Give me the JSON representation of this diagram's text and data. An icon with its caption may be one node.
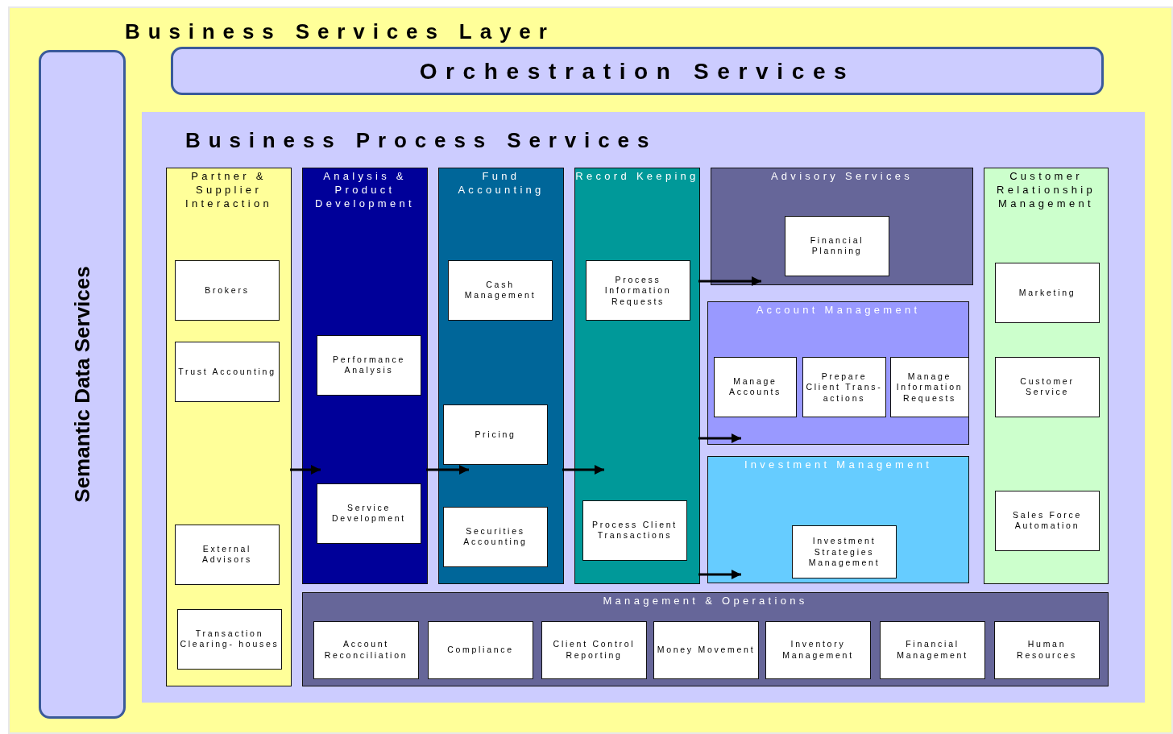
{
  "diagram": {
    "nodes": [
      {
        "text": [
          "Business Services Layer"
        ]
      },
      {
        "text": [
          "Semantic Data Services"
        ],
        "in": 0
      },
      {
        "text": [
          "Orchestration Services"
        ],
        "in": 0
      },
      {
        "text": [
          "Business Process Services"
        ],
        "in": 0
      },
      {
        "text": [
          "Partner & Supplier Interaction"
        ],
        "in": 3
      },
      {
        "text": [
          "Brokers"
        ],
        "in": 4
      },
      {
        "text": [
          "Trust Accounting"
        ],
        "in": 4
      },
      {
        "text": [
          "External Advisors"
        ],
        "in": 4
      },
      {
        "text": [
          "Transaction Clearing- houses"
        ],
        "in": 4
      },
      {
        "text": [
          "Analysis & Product Development"
        ],
        "in": 3
      },
      {
        "text": [
          "Performance Analysis"
        ],
        "in": 9
      },
      {
        "text": [
          "Service Development"
        ],
        "in": 9
      },
      {
        "text": [
          "Fund Accounting"
        ],
        "in": 3
      },
      {
        "text": [
          "Cash Management"
        ],
        "in": 12
      },
      {
        "text": [
          "Pricing"
        ],
        "in": 12
      },
      {
        "text": [
          "Securities Accounting"
        ],
        "in": 12
      },
      {
        "text": [
          "Record Keeping"
        ],
        "in": 3
      },
      {
        "text": [
          "Process Information Requests"
        ],
        "in": 16
      },
      {
        "text": [
          "Process Client Transactions"
        ],
        "in": 16
      },
      {
        "text": [
          "Advisory Services"
        ],
        "in": 3
      },
      {
        "text": [
          "Financial Planning"
        ],
        "in": 19
      },
      {
        "text": [
          "Account Management"
        ],
        "in": 3
      },
      {
        "text": [
          "Manage Accounts"
        ],
        "in": 21
      },
      {
        "text": [
          "Prepare Client Trans- actions"
        ],
        "in": 21
      },
      {
        "text": [
          "Manage Information Requests"
        ],
        "in": 21
      },
      {
        "text": [
          "Investment Management"
        ],
        "in": 3
      },
      {
        "text": [
          "Investment Strategies Management"
        ],
        "in": 25
      },
      {
        "text": [
          "Customer Relationship Management"
        ],
        "in": 3
      },
      {
        "text": [
          "Marketing"
        ],
        "in": 27
      },
      {
        "text": [
          "Customer Service"
        ],
        "in": 27
      },
      {
        "text": [
          "Sales Force Automation"
        ],
        "in": 27
      },
      {
        "text": [
          "Management & Operations"
        ],
        "in": 3
      },
      {
        "text": [
          "Account Reconciliation"
        ],
        "in": 31
      },
      {
        "text": [
          "Compliance"
        ],
        "in": 31
      },
      {
        "text": [
          "Client Control Reporting"
        ],
        "in": 31
      },
      {
        "text": [
          "Money Movement"
        ],
        "in": 31
      },
      {
        "text": [
          "Inventory Management"
        ],
        "in": 31
      },
      {
        "text": [
          "Financial Management"
        ],
        "in": 31
      },
      {
        "text": [
          "Human Resources"
        ],
        "in": 31
      }
    ],
    "edges": [
      {
        "from": 4,
        "to": 9,
        "arrow": "to"
      },
      {
        "from": 9,
        "to": 12,
        "arrow": "to"
      },
      {
        "from": 12,
        "to": 16,
        "arrow": "to"
      },
      {
        "from": 16,
        "to": 19,
        "arrow": "to"
      },
      {
        "from": 16,
        "to": 21,
        "arrow": "to"
      },
      {
        "from": 16,
        "to": 25,
        "arrow": "to"
      }
    ]
  }
}
